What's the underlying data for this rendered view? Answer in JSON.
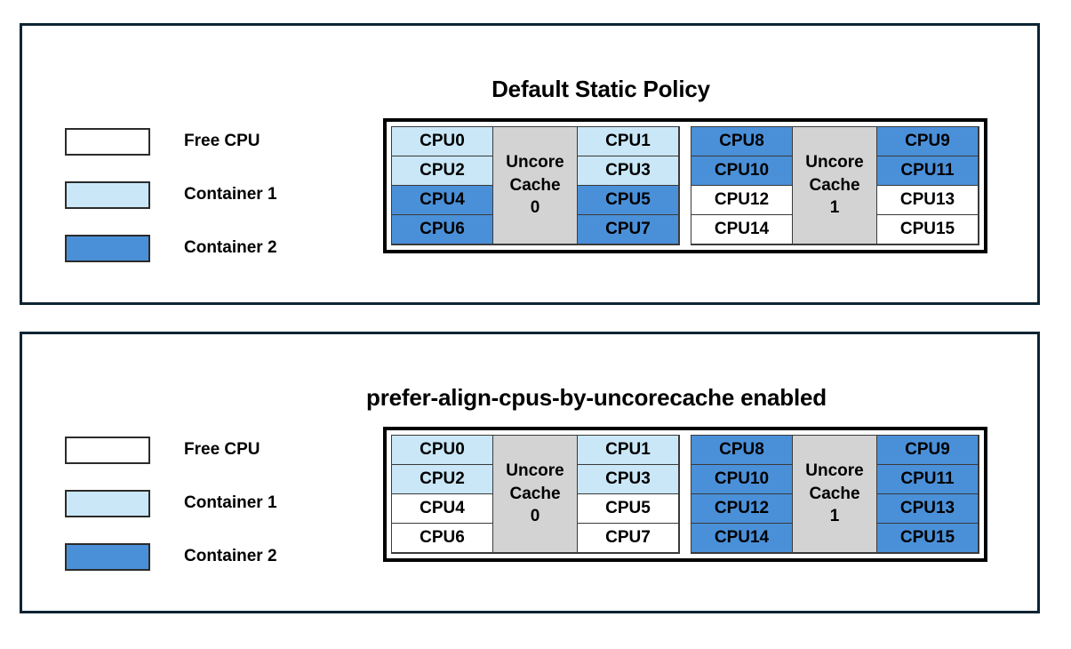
{
  "colors": {
    "free_cpu": "#ffffff",
    "container_1": "#c9e7f7",
    "container_2": "#4a90d9",
    "cache_block": "#d3d3d3",
    "panel_border": "#0d2433",
    "table_border": "#000000",
    "cell_border": "#3a3a3a"
  },
  "legend": {
    "items": [
      {
        "label": "Free CPU",
        "fill": "#ffffff"
      },
      {
        "label": "Container 1",
        "fill": "#c9e7f7"
      },
      {
        "label": "Container 2",
        "fill": "#4a90d9"
      }
    ]
  },
  "panels": [
    {
      "title": "Default Static Policy",
      "topology": {
        "groups": [
          {
            "cache_label_line1": "Uncore",
            "cache_label_line2": "Cache",
            "cache_label_line3": "0",
            "left_column": [
              {
                "label": "CPU0",
                "fill": "#c9e7f7",
                "owner": "Container 1"
              },
              {
                "label": "CPU2",
                "fill": "#c9e7f7",
                "owner": "Container 1"
              },
              {
                "label": "CPU4",
                "fill": "#4a90d9",
                "owner": "Container 2"
              },
              {
                "label": "CPU6",
                "fill": "#4a90d9",
                "owner": "Container 2"
              }
            ],
            "right_column": [
              {
                "label": "CPU1",
                "fill": "#c9e7f7",
                "owner": "Container 1"
              },
              {
                "label": "CPU3",
                "fill": "#c9e7f7",
                "owner": "Container 1"
              },
              {
                "label": "CPU5",
                "fill": "#4a90d9",
                "owner": "Container 2"
              },
              {
                "label": "CPU7",
                "fill": "#4a90d9",
                "owner": "Container 2"
              }
            ]
          },
          {
            "cache_label_line1": "Uncore",
            "cache_label_line2": "Cache",
            "cache_label_line3": "1",
            "left_column": [
              {
                "label": "CPU8",
                "fill": "#4a90d9",
                "owner": "Container 2"
              },
              {
                "label": "CPU10",
                "fill": "#4a90d9",
                "owner": "Container 2"
              },
              {
                "label": "CPU12",
                "fill": "#ffffff",
                "owner": "Free CPU"
              },
              {
                "label": "CPU14",
                "fill": "#ffffff",
                "owner": "Free CPU"
              }
            ],
            "right_column": [
              {
                "label": "CPU9",
                "fill": "#4a90d9",
                "owner": "Container 2"
              },
              {
                "label": "CPU11",
                "fill": "#4a90d9",
                "owner": "Container 2"
              },
              {
                "label": "CPU13",
                "fill": "#ffffff",
                "owner": "Free CPU"
              },
              {
                "label": "CPU15",
                "fill": "#ffffff",
                "owner": "Free CPU"
              }
            ]
          }
        ]
      }
    },
    {
      "title": "prefer-align-cpus-by-uncorecache enabled",
      "topology": {
        "groups": [
          {
            "cache_label_line1": "Uncore",
            "cache_label_line2": "Cache",
            "cache_label_line3": "0",
            "left_column": [
              {
                "label": "CPU0",
                "fill": "#c9e7f7",
                "owner": "Container 1"
              },
              {
                "label": "CPU2",
                "fill": "#c9e7f7",
                "owner": "Container 1"
              },
              {
                "label": "CPU4",
                "fill": "#ffffff",
                "owner": "Free CPU"
              },
              {
                "label": "CPU6",
                "fill": "#ffffff",
                "owner": "Free CPU"
              }
            ],
            "right_column": [
              {
                "label": "CPU1",
                "fill": "#c9e7f7",
                "owner": "Container 1"
              },
              {
                "label": "CPU3",
                "fill": "#c9e7f7",
                "owner": "Container 1"
              },
              {
                "label": "CPU5",
                "fill": "#ffffff",
                "owner": "Free CPU"
              },
              {
                "label": "CPU7",
                "fill": "#ffffff",
                "owner": "Free CPU"
              }
            ]
          },
          {
            "cache_label_line1": "Uncore",
            "cache_label_line2": "Cache",
            "cache_label_line3": "1",
            "left_column": [
              {
                "label": "CPU8",
                "fill": "#4a90d9",
                "owner": "Container 2"
              },
              {
                "label": "CPU10",
                "fill": "#4a90d9",
                "owner": "Container 2"
              },
              {
                "label": "CPU12",
                "fill": "#4a90d9",
                "owner": "Container 2"
              },
              {
                "label": "CPU14",
                "fill": "#4a90d9",
                "owner": "Container 2"
              }
            ],
            "right_column": [
              {
                "label": "CPU9",
                "fill": "#4a90d9",
                "owner": "Container 2"
              },
              {
                "label": "CPU11",
                "fill": "#4a90d9",
                "owner": "Container 2"
              },
              {
                "label": "CPU13",
                "fill": "#4a90d9",
                "owner": "Container 2"
              },
              {
                "label": "CPU15",
                "fill": "#4a90d9",
                "owner": "Container 2"
              }
            ]
          }
        ]
      }
    }
  ]
}
